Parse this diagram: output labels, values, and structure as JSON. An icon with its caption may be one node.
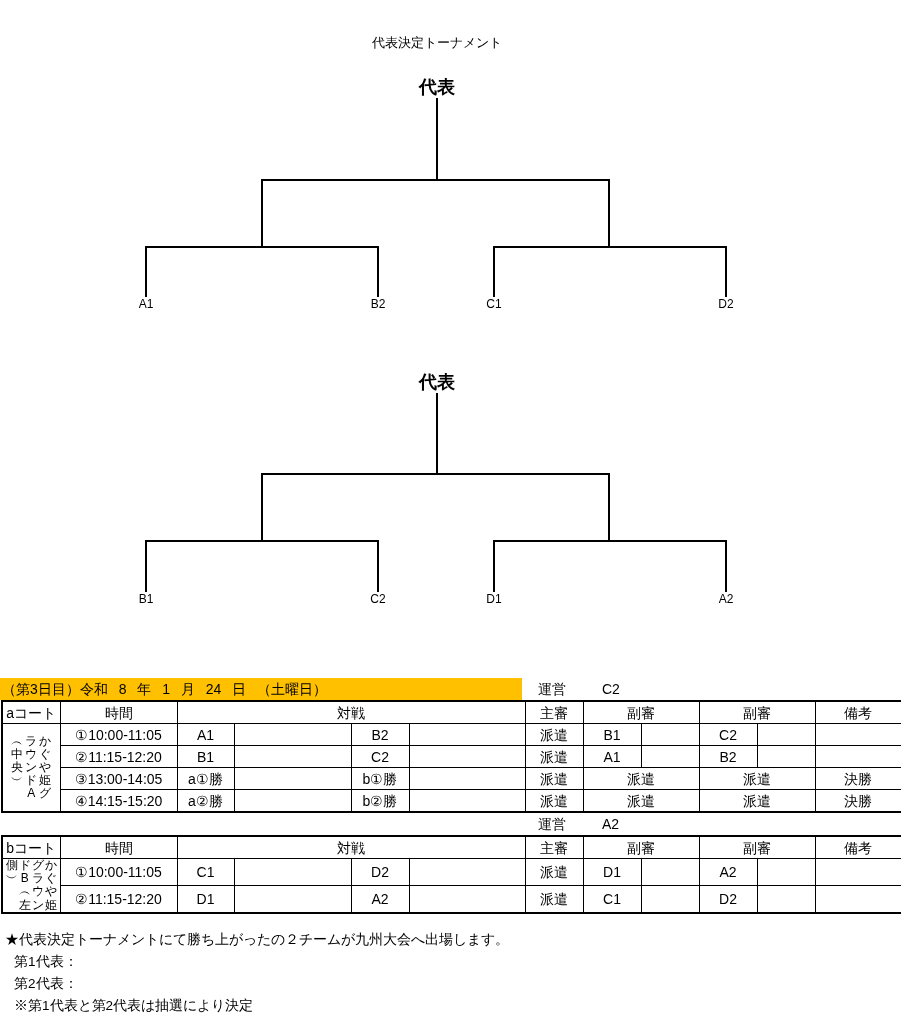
{
  "diagram": {
    "title": "代表決定トーナメント",
    "nodes": [
      {
        "text": [
          "代表"
        ]
      },
      {
        "text": [
          "A1"
        ]
      },
      {
        "text": [
          "B2"
        ]
      },
      {
        "text": [
          "C1"
        ]
      },
      {
        "text": [
          "D2"
        ]
      },
      {
        "text": [
          "代表"
        ]
      },
      {
        "text": [
          "B1"
        ]
      },
      {
        "text": [
          "C2"
        ]
      },
      {
        "text": [
          "D1"
        ]
      },
      {
        "text": [
          "A2"
        ]
      }
    ],
    "edges": [
      {
        "from": 0,
        "to": 1,
        "arrow": "none"
      },
      {
        "from": 0,
        "to": 2,
        "arrow": "none"
      },
      {
        "from": 0,
        "to": 3,
        "arrow": "none"
      },
      {
        "from": 0,
        "to": 4,
        "arrow": "none"
      },
      {
        "from": 5,
        "to": 6,
        "arrow": "none"
      },
      {
        "from": 5,
        "to": 7,
        "arrow": "none"
      },
      {
        "from": 5,
        "to": 8,
        "arrow": "none"
      },
      {
        "from": 5,
        "to": 9,
        "arrow": "none"
      }
    ],
    "labels": [
      "（第3日目）令和 8 年 1 月 24 日 （土曜日）",
      "運営",
      "C2",
      "aコート",
      "時間",
      "対戦",
      "主審",
      "副審",
      "副審",
      "備考",
      "かぐや姫グラウンドA︵中央︶",
      "①10:00-11:05",
      "A1",
      "B2",
      "派遣",
      "B1",
      "C2",
      "②11:15-12:20",
      "B1",
      "C2",
      "派遣",
      "A1",
      "B2",
      "③13:00-14:05",
      "a①勝",
      "b①勝",
      "派遣",
      "派遣",
      "派遣",
      "決勝",
      "④14:15-15:20",
      "a②勝",
      "b②勝",
      "派遣",
      "派遣",
      "派遣",
      "決勝",
      "運営",
      "A2",
      "bコート",
      "時間",
      "対戦",
      "主審",
      "副審",
      "副審",
      "備考",
      "かぐや姫グラウンドB︵左側︶",
      "①10:00-11:05",
      "C1",
      "D2",
      "派遣",
      "D1",
      "A2",
      "②11:15-12:20",
      "D1",
      "A2",
      "派遣",
      "C1",
      "D2",
      "★代表決定トーナメントにて勝ち上がったの２チームが九州大会へ出場します。",
      "第1代表：",
      "第2代表：",
      "※第1代表と第2代表は抽選により決定"
    ]
  }
}
